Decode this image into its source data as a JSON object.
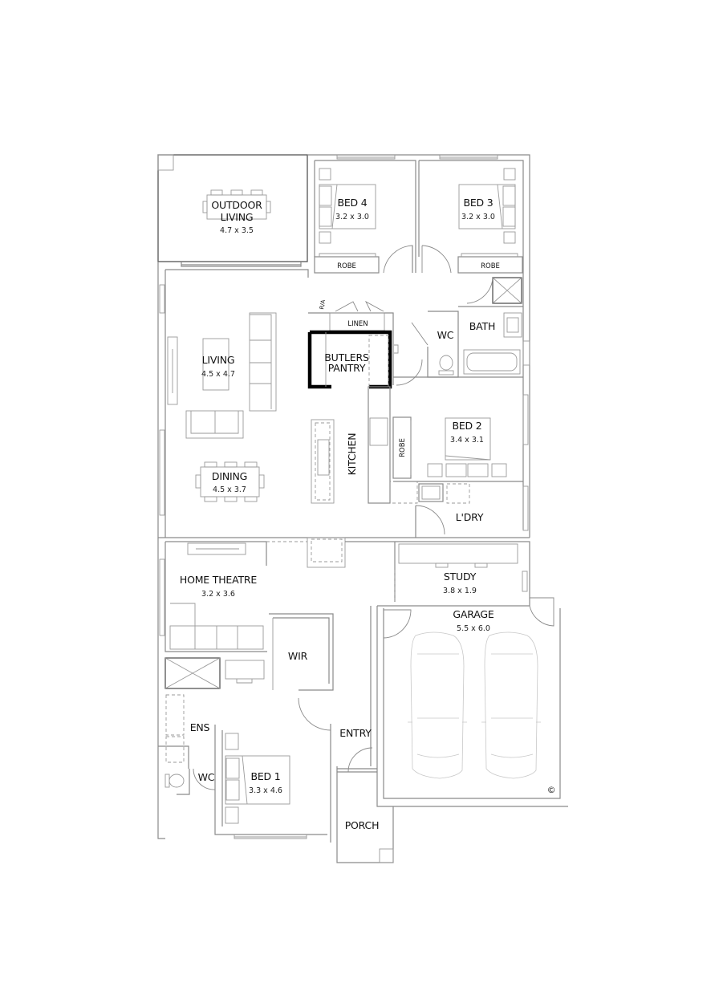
{
  "plan": {
    "rooms": [
      {
        "id": "outdoor-living",
        "name_line1": "OUTDOOR",
        "name_line2": "LIVING",
        "size": "4.7 x 3.5"
      },
      {
        "id": "bed-4",
        "name": "BED 4",
        "size": "3.2 x 3.0"
      },
      {
        "id": "bed-3",
        "name": "BED 3",
        "size": "3.2 x 3.0"
      },
      {
        "id": "robe-bed4",
        "name": "ROBE"
      },
      {
        "id": "robe-bed3",
        "name": "ROBE"
      },
      {
        "id": "linen",
        "name": "LINEN"
      },
      {
        "id": "ra",
        "name": "R/A"
      },
      {
        "id": "butlers-pantry",
        "name_line1": "BUTLERS",
        "name_line2": "PANTRY"
      },
      {
        "id": "wc-main",
        "name": "WC"
      },
      {
        "id": "bath",
        "name": "BATH"
      },
      {
        "id": "living",
        "name": "LIVING",
        "size": "4.5 x 4.7"
      },
      {
        "id": "dining",
        "name": "DINING",
        "size": "4.5 x 3.7"
      },
      {
        "id": "kitchen",
        "name": "KITCHEN"
      },
      {
        "id": "robe-bed2",
        "name": "ROBE"
      },
      {
        "id": "bed-2",
        "name": "BED 2",
        "size": "3.4 x 3.1"
      },
      {
        "id": "laundry",
        "name": "L'DRY"
      },
      {
        "id": "home-theatre",
        "name": "HOME THEATRE",
        "size": "3.2 x 3.6"
      },
      {
        "id": "study",
        "name": "STUDY",
        "size": "3.8 x 1.9"
      },
      {
        "id": "garage",
        "name": "GARAGE",
        "size": "5.5 x 6.0"
      },
      {
        "id": "wir",
        "name": "WIR"
      },
      {
        "id": "ens",
        "name": "ENS"
      },
      {
        "id": "wc-ensuite",
        "name": "WC"
      },
      {
        "id": "bed-1",
        "name": "BED 1",
        "size": "3.3 x 4.6"
      },
      {
        "id": "entry",
        "name": "ENTRY"
      },
      {
        "id": "porch",
        "name": "PORCH"
      }
    ],
    "copyright_symbol": "©",
    "colors": {
      "wall": "#8a8a8a",
      "pantry_wall": "#000000",
      "text": "#111111",
      "background": "#ffffff"
    }
  }
}
